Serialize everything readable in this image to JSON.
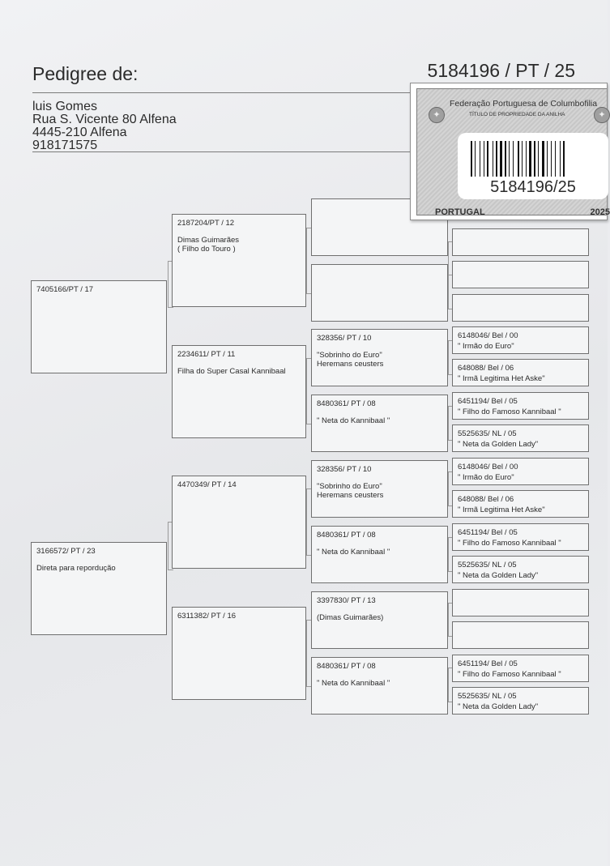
{
  "header": {
    "title": "Pedigree de:",
    "ring": "5184196 / PT / 25"
  },
  "owner": {
    "name": "luis Gomes",
    "street": "Rua S. Vicente 80 Alfena",
    "postal": "4445-210 Alfena",
    "phone": "918171575"
  },
  "sticker": {
    "federation": "Federação Portuguesa de Columbofilia",
    "subtitle": "TÍTULO DE PROPRIEDADE DA ANILHA",
    "ring": "5184196/25",
    "country": "PORTUGAL",
    "year": "2025"
  },
  "pedigree": {
    "sire": {
      "ring": "7405166/PT / 17",
      "line1": "",
      "line2": ""
    },
    "dam": {
      "ring": "3166572/ PT / 23",
      "line1": "Direta para repordução",
      "line2": ""
    },
    "ss": {
      "ring": "2187204/PT / 12",
      "line1": "Dimas Guimarães",
      "line2": "( Filho do Touro )"
    },
    "sd": {
      "ring": "2234611/ PT / 11",
      "line1": "Filha do Super Casal Kannibaal",
      "line2": ""
    },
    "ds": {
      "ring": "4470349/ PT / 14",
      "line1": "",
      "line2": ""
    },
    "dd": {
      "ring": "6311382/ PT / 16",
      "line1": "",
      "line2": ""
    },
    "sss": {
      "ring": "",
      "line1": "",
      "line2": ""
    },
    "ssd": {
      "ring": "",
      "line1": "",
      "line2": ""
    },
    "sds": {
      "ring": "328356/ PT / 10",
      "line1": "\"Sobrinho do Euro\"",
      "line2": "Heremans ceusters"
    },
    "sdd": {
      "ring": "8480361/ PT / 08",
      "line1": "\" Neta do Kannibaal \"",
      "line2": ""
    },
    "dss": {
      "ring": "328356/ PT / 10",
      "line1": "\"Sobrinho do Euro\"",
      "line2": "Heremans ceusters"
    },
    "dsd": {
      "ring": "8480361/ PT / 08",
      "line1": "\" Neta do Kannibaal \"",
      "line2": ""
    },
    "dds": {
      "ring": "3397830/ PT / 13",
      "line1": "(Dimas Guimarães)",
      "line2": ""
    },
    "ddd": {
      "ring": "8480361/ PT / 08",
      "line1": "\" Neta do Kannibaal \"",
      "line2": ""
    },
    "g4": [
      {
        "ring": "",
        "line1": ""
      },
      {
        "ring": "",
        "line1": ""
      },
      {
        "ring": "",
        "line1": ""
      },
      {
        "ring": "",
        "line1": ""
      },
      {
        "ring": "6148046/ Bel / 00",
        "line1": "\" Irmão do Euro\""
      },
      {
        "ring": "648088/ Bel / 06",
        "line1": "\" Irmã Legitima Het Aske\""
      },
      {
        "ring": "6451194/ Bel / 05",
        "line1": "\" Filho do Famoso Kannibaal \""
      },
      {
        "ring": "5525635/ NL / 05",
        "line1": "\" Neta da Golden Lady\""
      },
      {
        "ring": "6148046/ Bel / 00",
        "line1": "\" Irmão do Euro\""
      },
      {
        "ring": "648088/ Bel / 06",
        "line1": "\" Irmã Legitima Het Aske\""
      },
      {
        "ring": "6451194/ Bel / 05",
        "line1": "\" Filho do Famoso Kannibaal \""
      },
      {
        "ring": "5525635/ NL / 05",
        "line1": "\" Neta da Golden Lady\""
      },
      {
        "ring": "",
        "line1": ""
      },
      {
        "ring": "",
        "line1": ""
      },
      {
        "ring": "6451194/ Bel / 05",
        "line1": "\" Filho do Famoso Kannibaal \""
      },
      {
        "ring": "5525635/ NL / 05",
        "line1": "\" Neta da Golden Lady\""
      }
    ]
  }
}
